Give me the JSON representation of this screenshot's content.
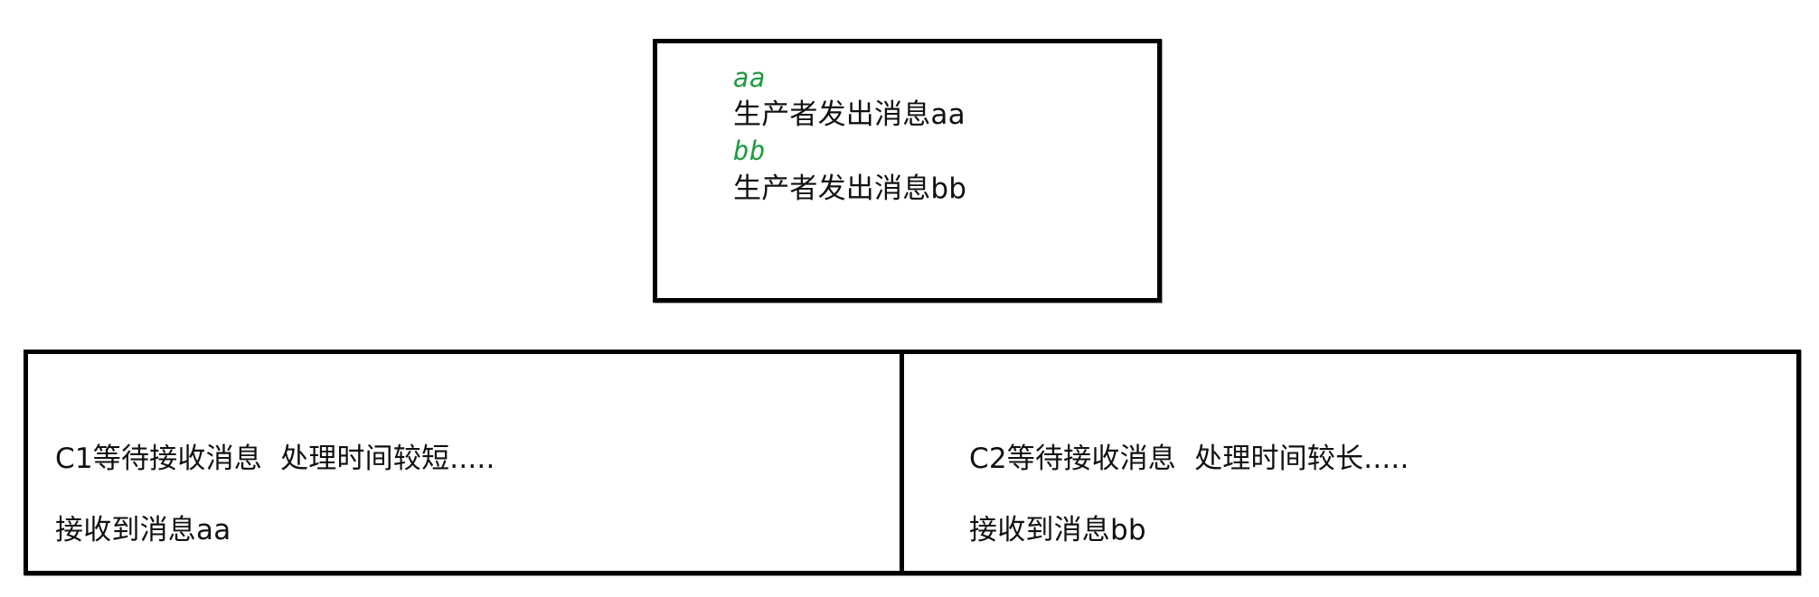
{
  "producer_console": {
    "name": "producer-console",
    "lines": [
      {
        "text": "aa",
        "style": "token"
      },
      {
        "text": "生产者发出消息aa",
        "style": "plain"
      },
      {
        "text": "bb",
        "style": "token"
      },
      {
        "text": "生产者发出消息bb",
        "style": "plain"
      }
    ]
  },
  "consumer_consoles": [
    {
      "name": "consumer-c1-console",
      "lines": [
        "C1等待接收消息  处理时间较短.....",
        "接收到消息aa"
      ]
    },
    {
      "name": "consumer-c2-console",
      "lines": [
        "C2等待接收消息  处理时间较长.....",
        "接收到消息bb"
      ]
    }
  ],
  "colors": {
    "token_green": "#1f9b3f",
    "text_black": "#101010",
    "border_black": "#000000",
    "background_white": "#ffffff"
  }
}
